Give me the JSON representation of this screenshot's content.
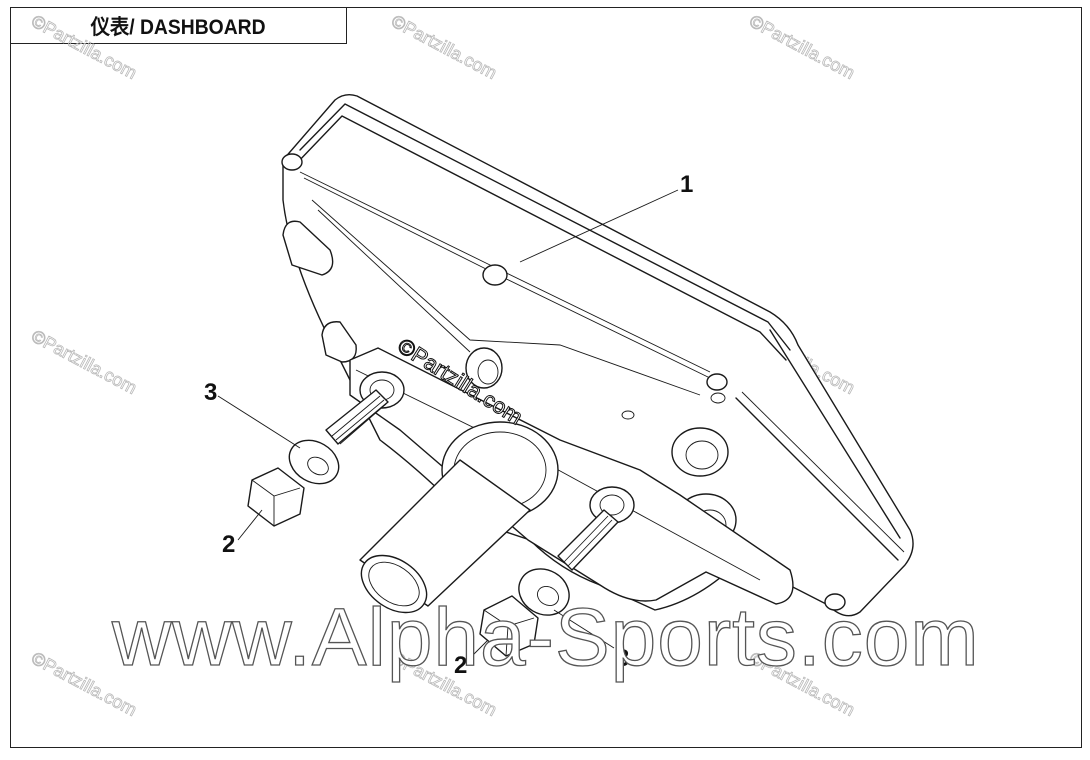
{
  "title": "仪表/ DASHBOARD",
  "callouts": {
    "c1": "1",
    "c2a": "2",
    "c2b": "2",
    "c3a": "3",
    "c3b": "3"
  },
  "watermarks": {
    "partzilla": "©Partzilla.com",
    "center": "©Partzilla.com",
    "big": "www.Alpha-Sports.com"
  }
}
